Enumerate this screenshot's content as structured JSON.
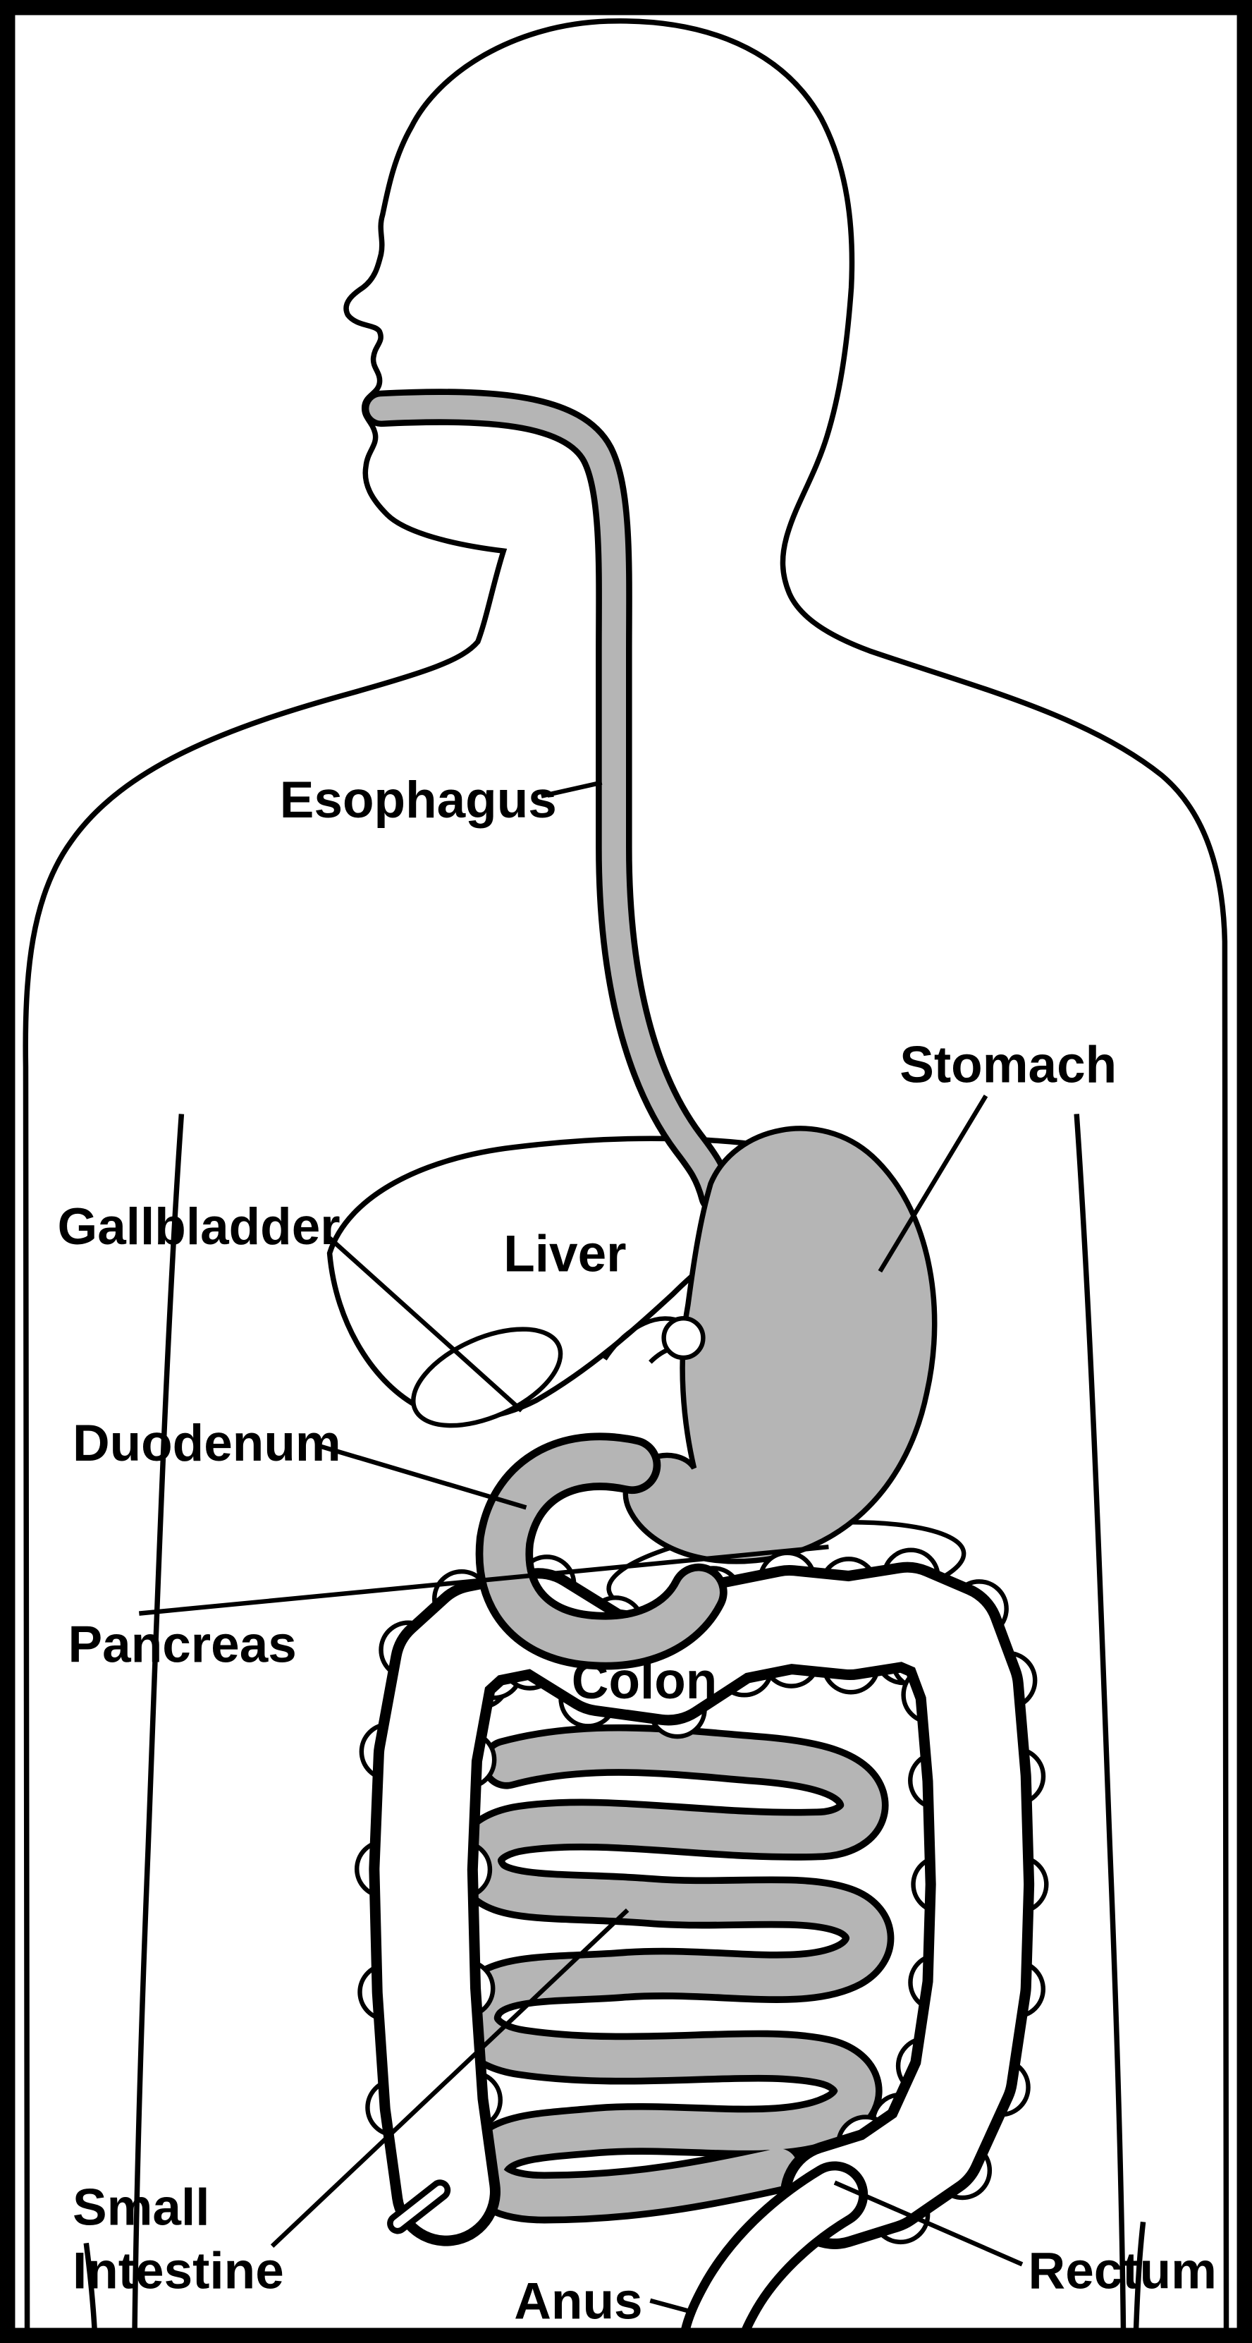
{
  "diagram": {
    "labels": {
      "esophagus": "Esophagus",
      "stomach": "Stomach",
      "gallbladder": "Gallbladder",
      "liver": "Liver",
      "duodenum": "Duodenum",
      "pancreas": "Pancreas",
      "colon": "Colon",
      "small_intestine_line1": "Small",
      "small_intestine_line2": "Intestine",
      "anus": "Anus",
      "rectum": "Rectum"
    },
    "colors": {
      "outline": "#000000",
      "tract_fill": "#b5b5b5",
      "background": "#ffffff"
    }
  }
}
